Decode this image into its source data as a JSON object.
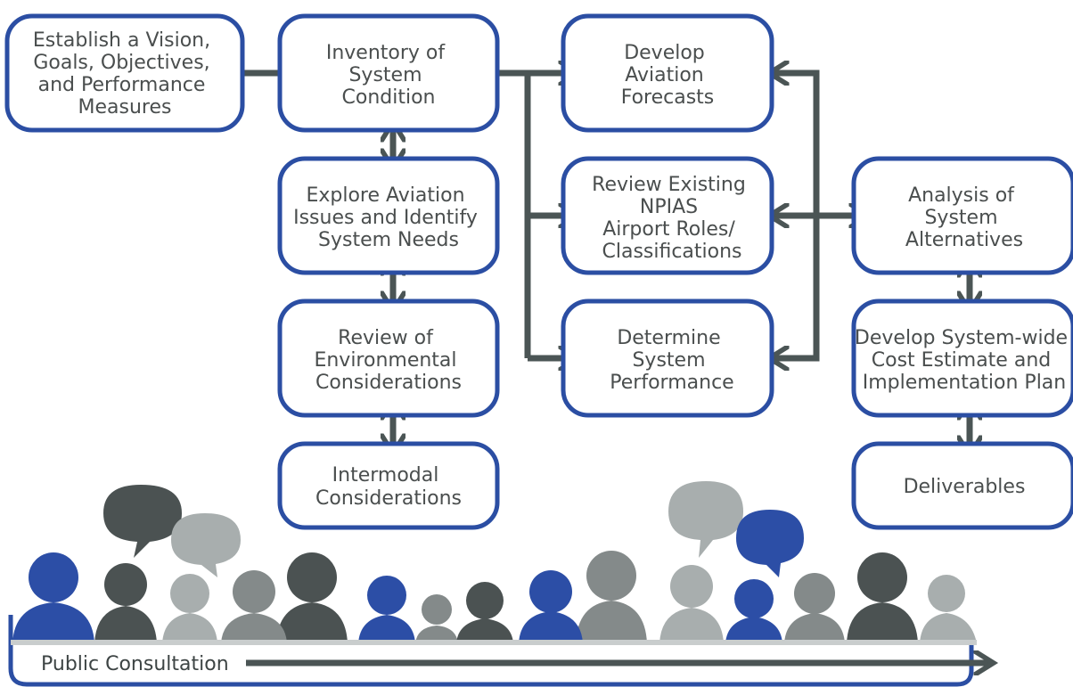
{
  "colors": {
    "box_border": "#2b4ea3",
    "box_fill": "#ffffff",
    "arrow": "#4b5555",
    "text": "#4a4e4e",
    "person_blue": "#2c4ea6",
    "person_dark": "#4b5252",
    "person_mid": "#848a8a",
    "person_light": "#a8aeae"
  },
  "boxes": {
    "vision": [
      "Establish a Vision,",
      "Goals, Objectives,",
      "and Performance",
      "Measures"
    ],
    "inventory": [
      "Inventory of",
      "System",
      "Condition"
    ],
    "explore": [
      "Explore Aviation",
      "Issues and Identify",
      "System Needs"
    ],
    "environmental": [
      "Review of",
      "Environmental",
      "Considerations"
    ],
    "intermodal": [
      "Intermodal",
      "Considerations"
    ],
    "forecasts": [
      "Develop",
      "Aviation",
      "Forecasts"
    ],
    "npias": [
      "Review Existing",
      "NPIAS",
      "Airport Roles/",
      "Classifications"
    ],
    "performance": [
      "Determine",
      "System",
      "Performance"
    ],
    "alternatives": [
      "Analysis of",
      "System",
      "Alternatives"
    ],
    "cost": [
      "Develop System-wide",
      "Cost Estimate and",
      "Implementation Plan"
    ],
    "deliverables": [
      "Deliverables"
    ]
  },
  "public": {
    "label": "Public Consultation"
  },
  "icons": [
    "person-silhouette-icon",
    "speech-bubble-icon"
  ]
}
